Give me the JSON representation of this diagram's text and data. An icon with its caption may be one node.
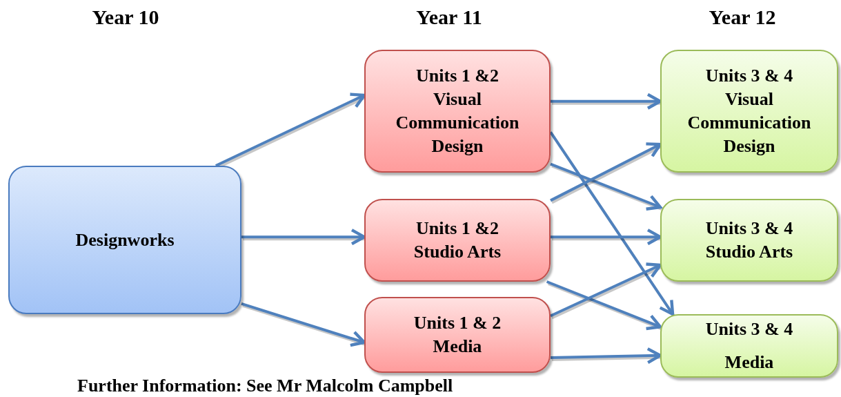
{
  "diagram": {
    "nodes": [
      {
        "text": [
          "Designworks"
        ]
      },
      {
        "text": [
          "Units 1 &2",
          "Visual Communication Design"
        ]
      },
      {
        "text": [
          "Units 1 &2",
          "Studio Arts"
        ]
      },
      {
        "text": [
          "Units 1 & 2",
          "Media"
        ]
      },
      {
        "text": [
          "Units 3 & 4",
          "Visual Communication Design"
        ]
      },
      {
        "text": [
          "Units 3 & 4",
          "Studio Arts"
        ]
      },
      {
        "text": [
          "Units 3 & 4",
          "Media"
        ]
      }
    ],
    "edges": [
      {
        "from": 0,
        "to": 1,
        "arrow": "to"
      },
      {
        "from": 0,
        "to": 2,
        "arrow": "to"
      },
      {
        "from": 0,
        "to": 3,
        "arrow": "to"
      },
      {
        "from": 1,
        "to": 4,
        "arrow": "to"
      },
      {
        "from": 1,
        "to": 5,
        "arrow": "to"
      },
      {
        "from": 1,
        "to": 6,
        "arrow": "to"
      },
      {
        "from": 2,
        "to": 4,
        "arrow": "to"
      },
      {
        "from": 2,
        "to": 5,
        "arrow": "to"
      },
      {
        "from": 2,
        "to": 6,
        "arrow": "to"
      },
      {
        "from": 3,
        "to": 5,
        "arrow": "to"
      },
      {
        "from": 3,
        "to": 6,
        "arrow": "to"
      }
    ],
    "labels": [
      "Year 10",
      "Year 11",
      "Year 12",
      "Further Information: See Mr Malcolm Campbell"
    ]
  }
}
